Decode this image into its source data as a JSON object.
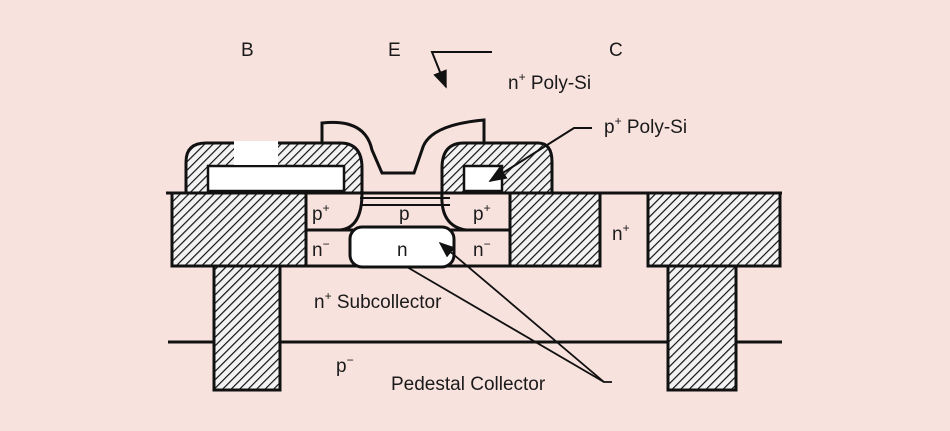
{
  "colors": {
    "background": "#f8e2de",
    "outline": "#111111",
    "hatch": "#111111",
    "hatch_background": "#f3f3f3",
    "poly_fill": "#ffffff"
  },
  "diagram": {
    "terminals": {
      "base": "B",
      "emitter": "E",
      "collector": "C"
    },
    "labels": {
      "n_poly": {
        "base": "n",
        "sup": "+",
        "text": " Poly-Si"
      },
      "p_poly": {
        "base": "p",
        "sup": "+",
        "text": " Poly-Si"
      },
      "subcollector": {
        "base": "n",
        "sup": "+",
        "text": " Subcollector"
      },
      "pedestal": "Pedestal Collector",
      "substrate": {
        "base": "p",
        "sup": "−"
      },
      "n_plus_collector": {
        "base": "n",
        "sup": "+"
      }
    },
    "regions": {
      "p_plus_left": {
        "base": "p",
        "sup": "+"
      },
      "p_plus_right": {
        "base": "p",
        "sup": "+"
      },
      "p_base": "p",
      "n_minus_left": {
        "base": "n",
        "sup": "−"
      },
      "n_minus_right": {
        "base": "n",
        "sup": "−"
      },
      "n_pedestal": "n"
    }
  }
}
